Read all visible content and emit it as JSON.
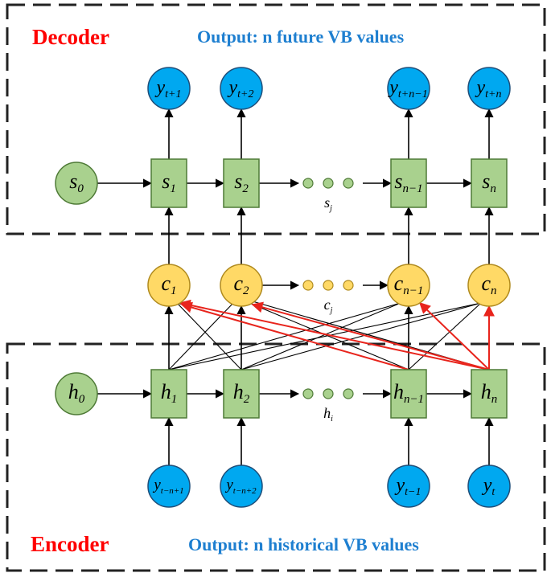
{
  "colors": {
    "green_fill": "#A9D18E",
    "green_stroke": "#4E7A36",
    "blue_fill": "#00A8F0",
    "blue_stroke": "#1F4E79",
    "yellow_fill": "#FFD966",
    "yellow_stroke": "#B08A1E",
    "red_text": "#FF0000",
    "blue_text": "#1E7FD0",
    "red_arrow": "#E8241C",
    "black": "#000000"
  },
  "decoder": {
    "title": "Decoder",
    "subtitle": "Output: n future VB values",
    "initial_state": {
      "base": "s",
      "sub": "0"
    },
    "states": [
      {
        "base": "s",
        "sub": "1"
      },
      {
        "base": "s",
        "sub": "2"
      },
      {
        "base": "s",
        "sub": "n−1"
      },
      {
        "base": "s",
        "sub": "n"
      }
    ],
    "outputs": [
      {
        "base": "y",
        "sub": "t+1"
      },
      {
        "base": "y",
        "sub": "t+2"
      },
      {
        "base": "y",
        "sub": "t+n−1"
      },
      {
        "base": "y",
        "sub": "t+n"
      }
    ],
    "ellipsis_label": {
      "base": "s",
      "sub": "j"
    }
  },
  "attention": {
    "contexts": [
      {
        "base": "c",
        "sub": "1"
      },
      {
        "base": "c",
        "sub": "2"
      },
      {
        "base": "c",
        "sub": "n−1"
      },
      {
        "base": "c",
        "sub": "n"
      }
    ],
    "ellipsis_label": {
      "base": "c",
      "sub": "j"
    }
  },
  "encoder": {
    "title": "Encoder",
    "subtitle": "Output: n historical VB values",
    "initial_state": {
      "base": "h",
      "sub": "0"
    },
    "states": [
      {
        "base": "h",
        "sub": "1"
      },
      {
        "base": "h",
        "sub": "2"
      },
      {
        "base": "h",
        "sub": "n−1"
      },
      {
        "base": "h",
        "sub": "n"
      }
    ],
    "inputs": [
      {
        "base": "y",
        "sub": "t−n+1"
      },
      {
        "base": "y",
        "sub": "t−n+2"
      },
      {
        "base": "y",
        "sub": "t−1"
      },
      {
        "base": "y",
        "sub": "t"
      }
    ],
    "ellipsis_label": {
      "base": "h",
      "sub": "i"
    }
  }
}
